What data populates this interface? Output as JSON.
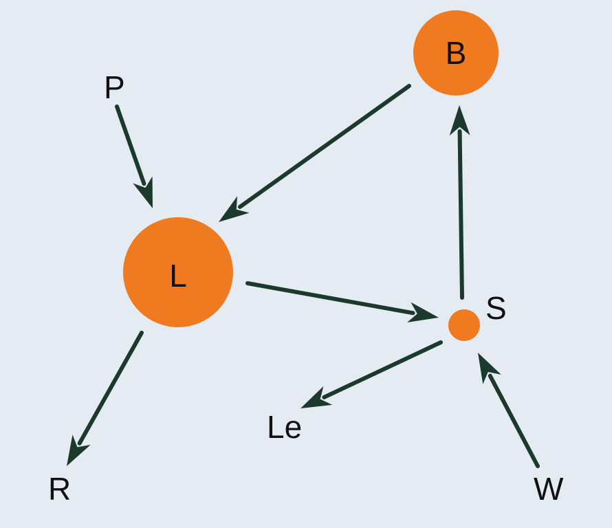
{
  "diagram": {
    "nodes": {
      "B": "B",
      "L": "L",
      "S": "S",
      "P": "P",
      "R": "R",
      "Le": "Le",
      "W": "W"
    },
    "edges": [
      {
        "from": "P",
        "to": "L"
      },
      {
        "from": "B",
        "to": "L"
      },
      {
        "from": "L",
        "to": "S"
      },
      {
        "from": "S",
        "to": "B"
      },
      {
        "from": "L",
        "to": "R"
      },
      {
        "from": "S",
        "to": "Le"
      },
      {
        "from": "W",
        "to": "S"
      }
    ],
    "colors": {
      "background": "#e5ebf3",
      "node": "#f07a1f",
      "arrow": "#1c3a2c",
      "text": "#111111"
    }
  }
}
